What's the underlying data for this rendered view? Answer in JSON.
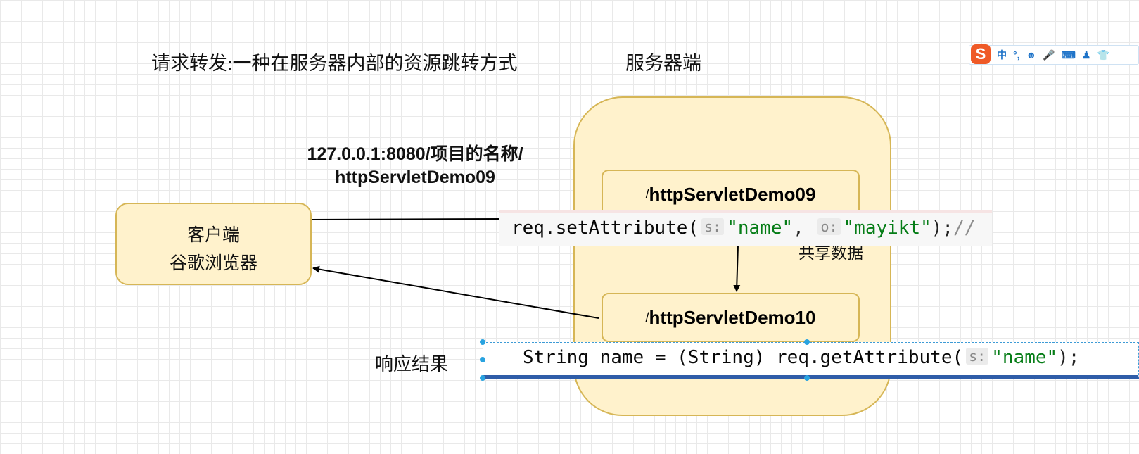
{
  "title": "请求转发:一种在服务器内部的资源跳转方式",
  "server_title": "服务器端",
  "url_label_line1": "127.0.0.1:8080/项目的名称/",
  "url_label_line2": "httpServletDemo09",
  "client_line1": "客户端",
  "client_line2": "谷歌浏览器",
  "servlet1": {
    "slash": "/",
    "name": "httpServletDemo09"
  },
  "servlet2": {
    "slash": "/",
    "name": "httpServletDemo10"
  },
  "shared_label": "共享数据",
  "response_label": "响应结果",
  "code1": {
    "prefix": "req.setAttribute(",
    "hint1": "s:",
    "arg1": "\"name\"",
    "comma": ", ",
    "hint2": "o:",
    "arg2": "\"mayikt\"",
    "suffix": ");",
    "comment": "//"
  },
  "code2": {
    "prefix": "String name = (String) req.getAttribute(",
    "hint": "s:",
    "arg": "\"name\"",
    "suffix": ");"
  },
  "ime": {
    "logo": "S",
    "lang": "中",
    "punct": "°,",
    "emoji": "☻",
    "mic": "🎤",
    "keyboard": "⌨",
    "user": "♟",
    "skin": "👕"
  },
  "colors": {
    "box_fill": "#fff2cc",
    "box_stroke": "#d6b656",
    "string_green": "#067d17",
    "selection_blue": "#2f5da8"
  }
}
